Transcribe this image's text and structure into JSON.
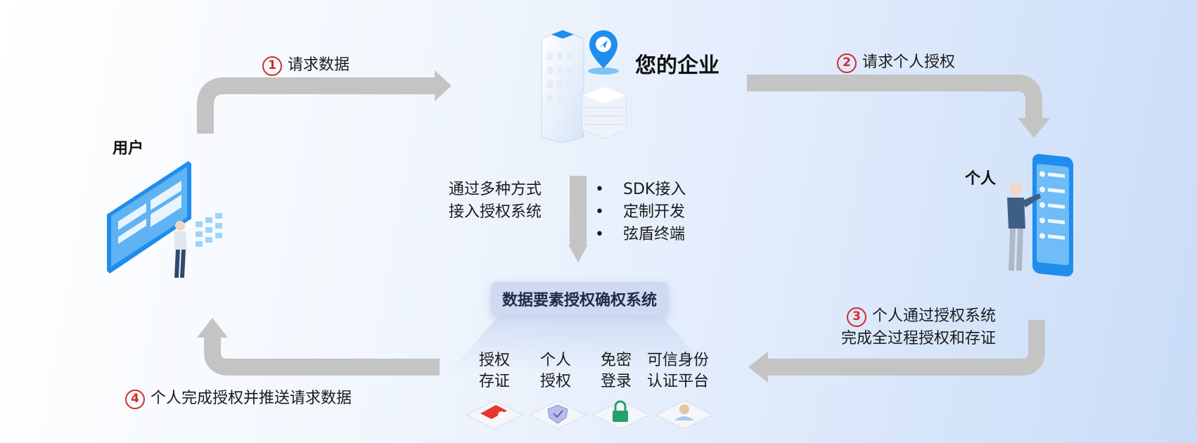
{
  "steps": {
    "s1": {
      "num": "1",
      "text": "请求数据"
    },
    "s2": {
      "num": "2",
      "text": "请求个人授权"
    },
    "s3": {
      "num": "3",
      "line1": "个人通过授权系统",
      "line2": "完成全过程授权和存证"
    },
    "s4": {
      "num": "4",
      "text": "个人完成授权并推送请求数据"
    }
  },
  "actors": {
    "user": "用户",
    "enterprise": "您的企业",
    "person": "个人"
  },
  "access": {
    "line1": "通过多种方式",
    "line2": "接入授权系统"
  },
  "access_methods": [
    "SDK接入",
    "定制开发",
    "弦盾终端"
  ],
  "system": {
    "title": "数据要素授权确权系统"
  },
  "features": [
    {
      "line1": "授权",
      "line2": "存证"
    },
    {
      "line1": "个人",
      "line2": "授权"
    },
    {
      "line1": "免密",
      "line2": "登录"
    },
    {
      "line1": "可信身份",
      "line2": "认证平台"
    }
  ],
  "colors": {
    "arrow": "#c4c4c4",
    "accent": "#1f8ded",
    "step_number": "#d42a2a"
  }
}
